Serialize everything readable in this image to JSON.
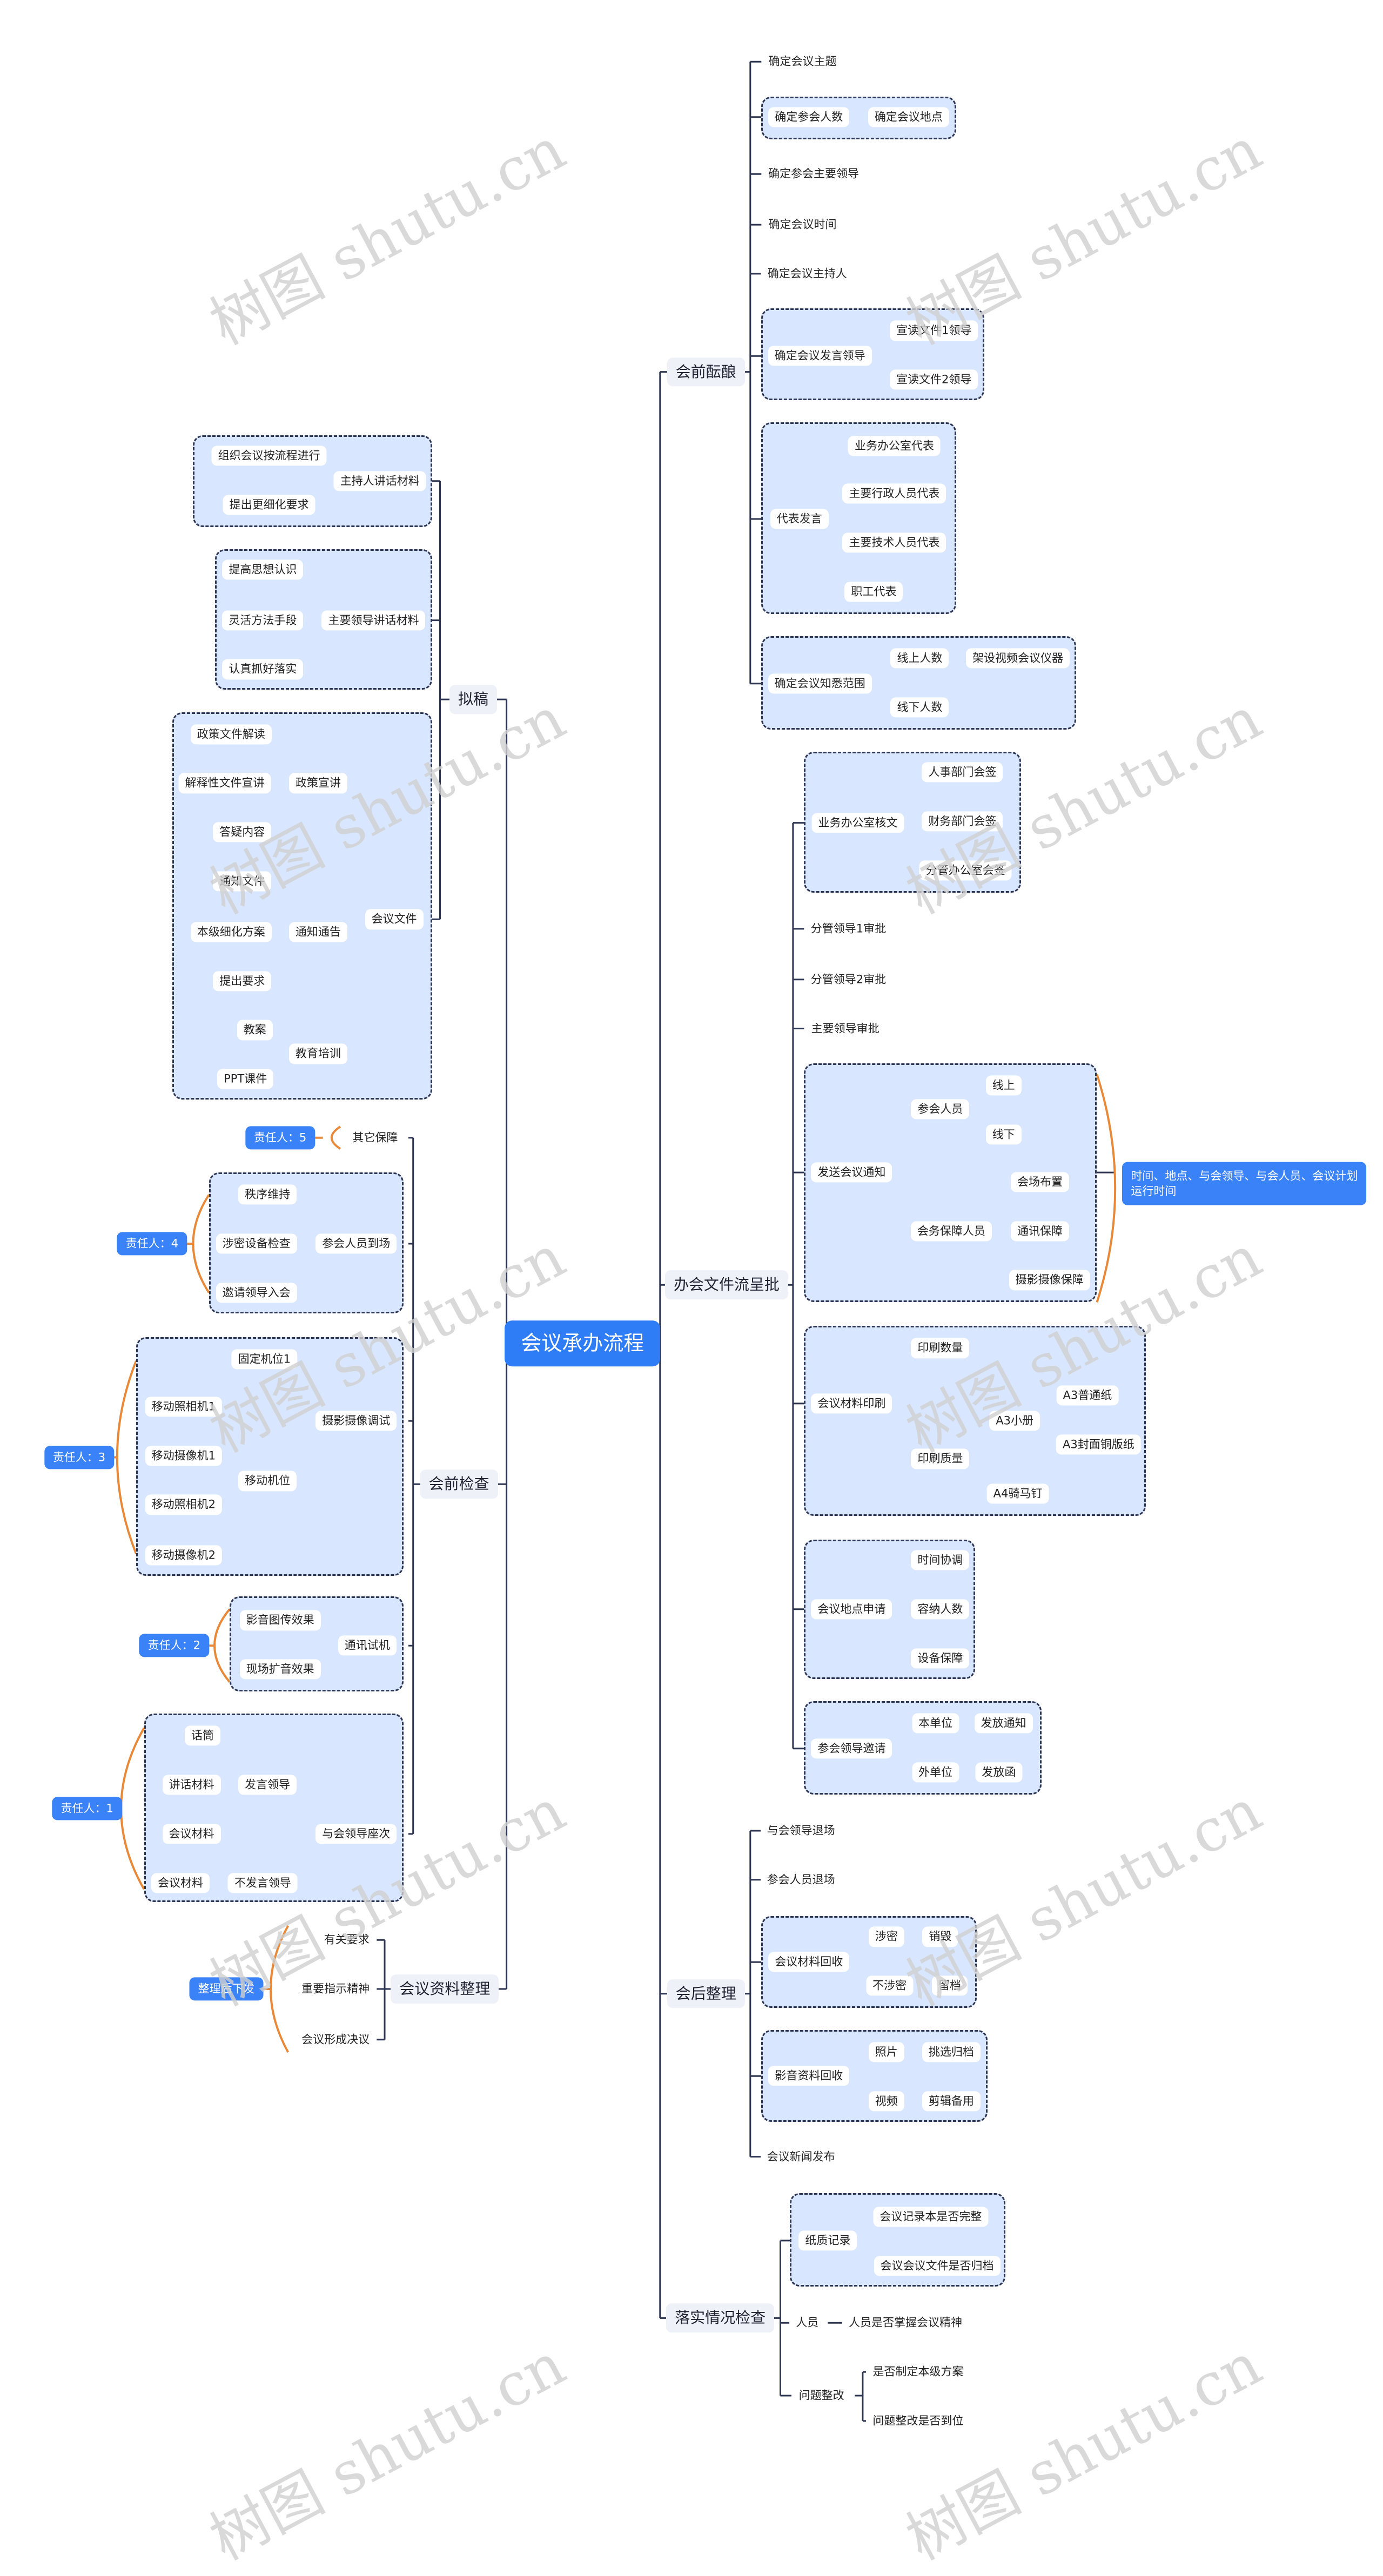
{
  "watermark": "树图 shutu.cn",
  "colors": {
    "root": "#2f7df6",
    "tag": "#3a82f7",
    "group_fill": "#d8e6ff",
    "group_border": "#2d3550",
    "line": "#2d3550",
    "bracket": "#e8893a"
  },
  "root": {
    "label": "会议承办流程"
  },
  "right": [
    {
      "label": "会前酝酿",
      "children": [
        {
          "label": "确定会议主题"
        },
        {
          "label": "确定参会人数",
          "children": [
            {
              "label": "确定会议地点"
            }
          ]
        },
        {
          "label": "确定参会主要领导"
        },
        {
          "label": "确定会议时间"
        },
        {
          "label": "确定会议主持人"
        },
        {
          "label": "确定会议发言领导",
          "children": [
            {
              "label": "宣读文件1领导"
            },
            {
              "label": "宣读文件2领导"
            }
          ]
        },
        {
          "label": "代表发言",
          "children": [
            {
              "label": "业务办公室代表"
            },
            {
              "label": "主要行政人员代表"
            },
            {
              "label": "主要技术人员代表"
            },
            {
              "label": "职工代表"
            }
          ]
        },
        {
          "label": "确定会议知悉范围",
          "children": [
            {
              "label": "线上人数",
              "children": [
                {
                  "label": "架设视频会议仪器"
                }
              ]
            },
            {
              "label": "线下人数"
            }
          ]
        }
      ]
    },
    {
      "label": "办会文件流呈批",
      "children": [
        {
          "label": "业务办公室核文",
          "children": [
            {
              "label": "人事部门会签"
            },
            {
              "label": "财务部门会签"
            },
            {
              "label": "分管办公室会签"
            }
          ]
        },
        {
          "label": "分管领导1审批"
        },
        {
          "label": "分管领导2审批"
        },
        {
          "label": "主要领导审批"
        },
        {
          "label": "发送会议通知",
          "note": "时间、地点、与会领导、与会人员、会议计划运行时间",
          "children": [
            {
              "label": "参会人员",
              "children": [
                {
                  "label": "线上"
                },
                {
                  "label": "线下"
                }
              ]
            },
            {
              "label": "会务保障人员",
              "children": [
                {
                  "label": "会场布置"
                },
                {
                  "label": "通讯保障"
                },
                {
                  "label": "摄影摄像保障"
                }
              ]
            }
          ]
        },
        {
          "label": "会议材料印刷",
          "children": [
            {
              "label": "印刷数量"
            },
            {
              "label": "印刷质量",
              "children": [
                {
                  "label": "A3小册",
                  "children": [
                    {
                      "label": "A3普通纸"
                    },
                    {
                      "label": "A3封面铜版纸"
                    }
                  ]
                },
                {
                  "label": "A4骑马钉"
                }
              ]
            }
          ]
        },
        {
          "label": "会议地点申请",
          "children": [
            {
              "label": "时间协调"
            },
            {
              "label": "容纳人数"
            },
            {
              "label": "设备保障"
            }
          ]
        },
        {
          "label": "参会领导邀请",
          "children": [
            {
              "label": "本单位",
              "children": [
                {
                  "label": "发放通知"
                }
              ]
            },
            {
              "label": "外单位",
              "children": [
                {
                  "label": "发放函"
                }
              ]
            }
          ]
        }
      ]
    },
    {
      "label": "会后整理",
      "children": [
        {
          "label": "与会领导退场"
        },
        {
          "label": "参会人员退场"
        },
        {
          "label": "会议材料回收",
          "children": [
            {
              "label": "涉密",
              "children": [
                {
                  "label": "销毁"
                }
              ]
            },
            {
              "label": "不涉密",
              "children": [
                {
                  "label": "留档"
                }
              ]
            }
          ]
        },
        {
          "label": "影音资料回收",
          "children": [
            {
              "label": "照片",
              "children": [
                {
                  "label": "挑选归档"
                }
              ]
            },
            {
              "label": "视频",
              "children": [
                {
                  "label": "剪辑备用"
                }
              ]
            }
          ]
        },
        {
          "label": "会议新闻发布"
        }
      ]
    },
    {
      "label": "落实情况检查",
      "children": [
        {
          "label": "纸质记录",
          "children": [
            {
              "label": "会议记录本是否完整"
            },
            {
              "label": "会议会议文件是否归档"
            }
          ]
        },
        {
          "label": "人员",
          "children": [
            {
              "label": "人员是否掌握会议精神"
            }
          ]
        },
        {
          "label": "问题整改",
          "children": [
            {
              "label": "是否制定本级方案"
            },
            {
              "label": "问题整改是否到位"
            }
          ]
        }
      ]
    }
  ],
  "left": [
    {
      "label": "拟稿",
      "children": [
        {
          "label": "主持人讲话材料",
          "children": [
            {
              "label": "组织会议按流程进行"
            },
            {
              "label": "提出更细化要求"
            }
          ]
        },
        {
          "label": "主要领导讲话材料",
          "children": [
            {
              "label": "提高思想认识"
            },
            {
              "label": "灵活方法手段"
            },
            {
              "label": "认真抓好落实"
            }
          ]
        },
        {
          "label": "会议文件",
          "children": [
            {
              "label": "政策宣讲",
              "children": [
                {
                  "label": "政策文件解读"
                },
                {
                  "label": "解释性文件宣讲"
                },
                {
                  "label": "答疑内容"
                }
              ]
            },
            {
              "label": "通知通告",
              "children": [
                {
                  "label": "通知文件"
                },
                {
                  "label": "本级细化方案"
                },
                {
                  "label": "提出要求"
                }
              ]
            },
            {
              "label": "教育培训",
              "children": [
                {
                  "label": "教案"
                },
                {
                  "label": "PPT课件"
                }
              ]
            }
          ]
        }
      ]
    },
    {
      "label": "会前检查",
      "children": [
        {
          "label": "其它保障",
          "tag": "责任人：5"
        },
        {
          "label": "参会人员到场",
          "tag": "责任人：4",
          "children": [
            {
              "label": "秩序维持"
            },
            {
              "label": "涉密设备检查"
            },
            {
              "label": "邀请领导入会"
            }
          ]
        },
        {
          "label": "摄影摄像调试",
          "tag": "责任人：3",
          "children": [
            {
              "label": "固定机位1"
            },
            {
              "label": "移动机位",
              "children": [
                {
                  "label": "移动照相机1"
                },
                {
                  "label": "移动摄像机1"
                },
                {
                  "label": "移动照相机2"
                },
                {
                  "label": "移动摄像机2"
                }
              ]
            }
          ]
        },
        {
          "label": "通讯试机",
          "tag": "责任人：2",
          "children": [
            {
              "label": "影音图传效果"
            },
            {
              "label": "现场扩音效果"
            }
          ]
        },
        {
          "label": "与会领导座次",
          "tag": "责任人：1",
          "children": [
            {
              "label": "发言领导",
              "children": [
                {
                  "label": "话筒"
                },
                {
                  "label": "讲话材料"
                },
                {
                  "label": "会议材料"
                }
              ]
            },
            {
              "label": "不发言领导",
              "children": [
                {
                  "label": "会议材料"
                }
              ]
            }
          ]
        }
      ]
    },
    {
      "label": "会议资料整理",
      "tag": "整理后下发",
      "children": [
        {
          "label": "有关要求"
        },
        {
          "label": "重要指示精神"
        },
        {
          "label": "会议形成决议"
        }
      ]
    }
  ]
}
